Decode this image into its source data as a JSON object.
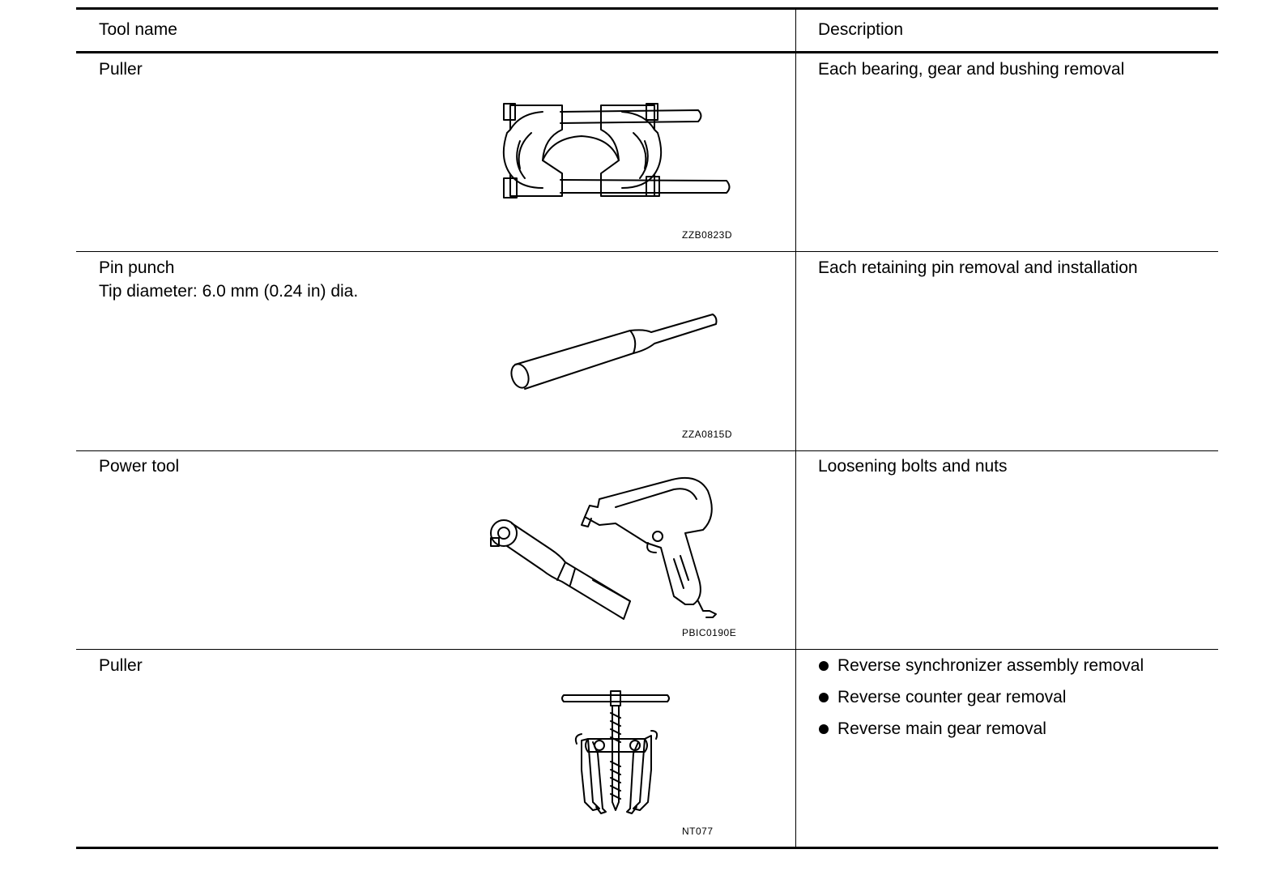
{
  "header": {
    "tool_name": "Tool name",
    "description": "Description"
  },
  "rows": [
    {
      "name": "Puller",
      "spec": "",
      "description": "Each bearing, gear and bushing removal",
      "figure_code": "ZZB0823D",
      "figure_icon": "bearing-separator-puller-icon"
    },
    {
      "name": "Pin punch",
      "spec": "Tip diameter: 6.0 mm (0.24 in) dia.",
      "description": "Each retaining pin removal and installation",
      "figure_code": "ZZA0815D",
      "figure_icon": "pin-punch-icon"
    },
    {
      "name": "Power tool",
      "spec": "",
      "description": "Loosening bolts and nuts",
      "figure_code": "PBIC0190E",
      "figure_icon": "power-tool-icon"
    },
    {
      "name": "Puller",
      "spec": "",
      "description_items": [
        "Reverse synchronizer assembly removal",
        "Reverse counter gear removal",
        "Reverse main gear removal"
      ],
      "figure_code": "NT077",
      "figure_icon": "gear-puller-icon"
    }
  ]
}
